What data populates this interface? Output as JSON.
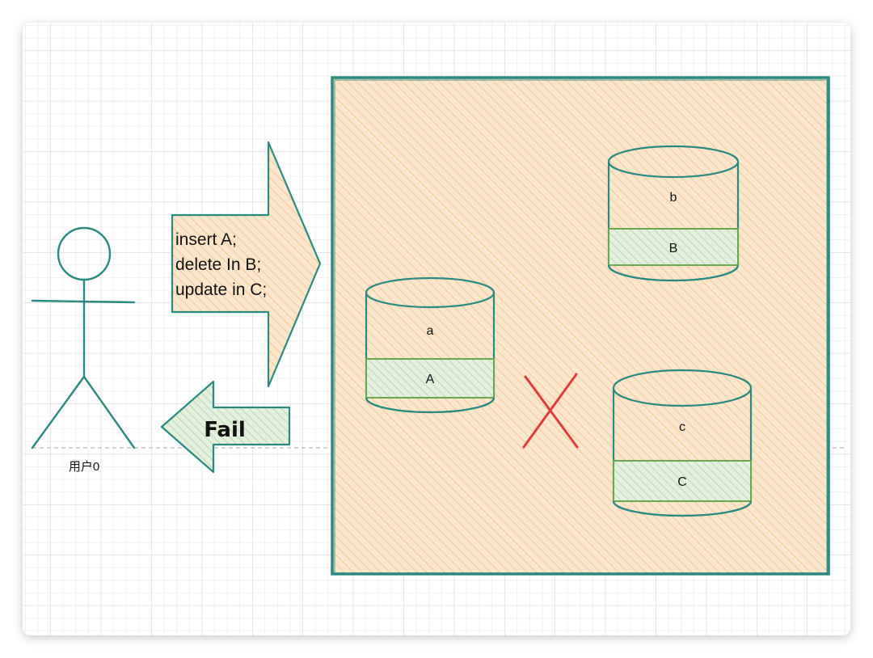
{
  "user": {
    "label": "用户0"
  },
  "request": {
    "lines": [
      "insert A;",
      "delete In B;",
      "update in C;"
    ]
  },
  "response": {
    "label": "Fail"
  },
  "databases": [
    {
      "id": "a",
      "top_label": "a",
      "bottom_label": "A"
    },
    {
      "id": "b",
      "top_label": "b",
      "bottom_label": "B"
    },
    {
      "id": "c",
      "top_label": "c",
      "bottom_label": "C"
    }
  ],
  "colors": {
    "stroke": "#2a8a80",
    "region_fill": "#fbe3c3",
    "row_fill": "#d7ead2",
    "row_stroke": "#6aa84f",
    "cross": "#e23b3b",
    "grid": "#d4d4d4"
  },
  "icons": {
    "failure_mark": "cross-icon",
    "user": "stick-figure-icon"
  }
}
